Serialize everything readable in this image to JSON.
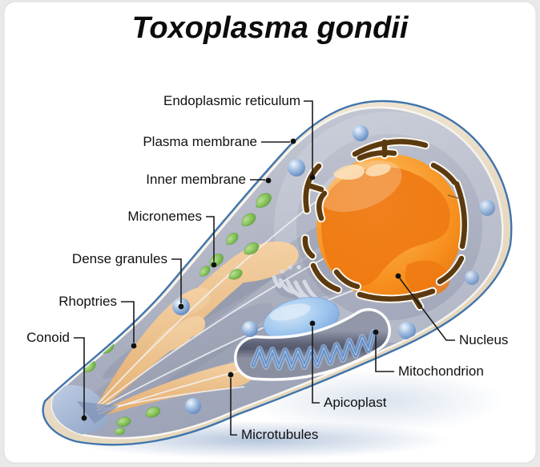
{
  "title": "Toxoplasma gondii",
  "diagram": {
    "labels": {
      "endoplasmic_reticulum": "Endoplasmic reticulum",
      "plasma_membrane": "Plasma membrane",
      "inner_membrane": "Inner membrane",
      "micronemes": "Micronemes",
      "dense_granules": "Dense granules",
      "rhoptries": "Rhoptries",
      "conoid": "Conoid",
      "nucleus": "Nucleus",
      "mitochondrion": "Mitochondrion",
      "apicoplast": "Apicoplast",
      "microtubules": "Microtubules"
    }
  },
  "colors": {
    "membrane_blue": "#3f74ad",
    "pellicle_cream": "#eadcc3",
    "cytoplasm_gray": "#b3b7c6",
    "nucleus_orange": "#f79a2e",
    "nucleus_dark_orange": "#ee7912",
    "er_brown": "#5c3a10",
    "micronemes_green": "#7fbf52",
    "dense_granule_blue": "#8fb2dc",
    "rhoptries_tan": "#f0bf8b",
    "apicoplast_blue": "#9cc3ec",
    "mitochondrion_slate": "#5f6479",
    "microtubule_white": "#f2f3f7",
    "conoid_blue": "#a5b9d8",
    "label_color": "#111111",
    "background": "#ffffff"
  }
}
